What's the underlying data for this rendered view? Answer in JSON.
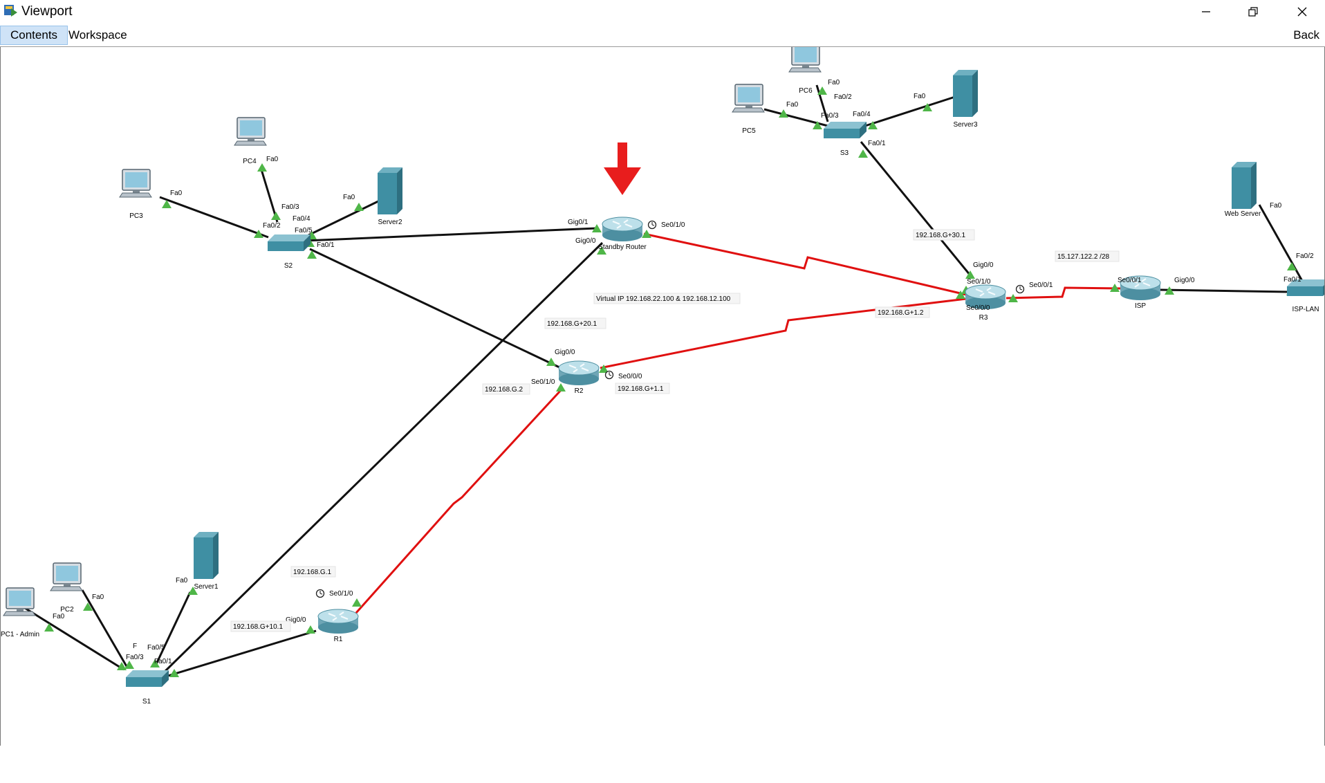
{
  "window": {
    "title": "Viewport"
  },
  "menu": {
    "contents": "Contents",
    "workspace": "Workspace",
    "back": "Back"
  },
  "colors": {
    "ethernet": "#111111",
    "serial": "#e01010",
    "port": "#4fb648",
    "device": "#3f8fa3",
    "arrow": "#e81d1d"
  },
  "devices": [
    {
      "id": "pc1",
      "kind": "pc",
      "label": "PC1 - Admin"
    },
    {
      "id": "pc2",
      "kind": "pc",
      "label": "PC2"
    },
    {
      "id": "pc3",
      "kind": "pc",
      "label": "PC3"
    },
    {
      "id": "pc4",
      "kind": "pc",
      "label": "PC4"
    },
    {
      "id": "pc5",
      "kind": "pc",
      "label": "PC5"
    },
    {
      "id": "pc6",
      "kind": "pc",
      "label": "PC6"
    },
    {
      "id": "server1",
      "kind": "server",
      "label": "Server1"
    },
    {
      "id": "server2",
      "kind": "server",
      "label": "Server2"
    },
    {
      "id": "server3",
      "kind": "server",
      "label": "Server3"
    },
    {
      "id": "webserver",
      "kind": "server",
      "label": "Web Server"
    },
    {
      "id": "s1",
      "kind": "switch",
      "label": "S1"
    },
    {
      "id": "s2",
      "kind": "switch",
      "label": "S2"
    },
    {
      "id": "s3",
      "kind": "switch",
      "label": "S3"
    },
    {
      "id": "isplan",
      "kind": "switch",
      "label": "ISP-LAN"
    },
    {
      "id": "r1",
      "kind": "router",
      "label": "R1"
    },
    {
      "id": "r2",
      "kind": "router",
      "label": "R2"
    },
    {
      "id": "r3",
      "kind": "router",
      "label": "R3"
    },
    {
      "id": "isp",
      "kind": "router",
      "label": "ISP"
    },
    {
      "id": "standby",
      "kind": "router",
      "label": "Standby Router"
    }
  ],
  "ports": [
    {
      "id": "p_pc1",
      "text": "Fa0"
    },
    {
      "id": "p_pc2",
      "text": "Fa0"
    },
    {
      "id": "p_srv1",
      "text": "Fa0"
    },
    {
      "id": "p_s1_3",
      "text": "Fa0/3"
    },
    {
      "id": "p_s1_5",
      "text": "Fa0/5"
    },
    {
      "id": "p_s1_1",
      "text": "Fa0/1"
    },
    {
      "id": "p_s1_x",
      "text": "F"
    },
    {
      "id": "p_pc3",
      "text": "Fa0"
    },
    {
      "id": "p_pc4",
      "text": "Fa0"
    },
    {
      "id": "p_srv2",
      "text": "Fa0"
    },
    {
      "id": "p_s2_3",
      "text": "Fa0/3"
    },
    {
      "id": "p_s2_2",
      "text": "Fa0/2"
    },
    {
      "id": "p_s2_4",
      "text": "Fa0/4"
    },
    {
      "id": "p_s2_5",
      "text": "Fa0/5"
    },
    {
      "id": "p_s2_1",
      "text": "Fa0/1"
    },
    {
      "id": "p_pc5",
      "text": "Fa0"
    },
    {
      "id": "p_pc6",
      "text": "Fa0"
    },
    {
      "id": "p_srv3",
      "text": "Fa0"
    },
    {
      "id": "p_s3_2",
      "text": "Fa0/2"
    },
    {
      "id": "p_s3_3",
      "text": "Fa0/3"
    },
    {
      "id": "p_s3_4",
      "text": "Fa0/4"
    },
    {
      "id": "p_s3_1",
      "text": "Fa0/1"
    },
    {
      "id": "p_sb_g1",
      "text": "Gig0/1"
    },
    {
      "id": "p_sb_g0",
      "text": "Gig0/0"
    },
    {
      "id": "p_sb_se",
      "text": "Se0/1/0"
    },
    {
      "id": "p_r2_g0",
      "text": "Gig0/0"
    },
    {
      "id": "p_r2_se1",
      "text": "Se0/1/0"
    },
    {
      "id": "p_r2_se0",
      "text": "Se0/0/0"
    },
    {
      "id": "p_r1_se",
      "text": "Se0/1/0"
    },
    {
      "id": "p_r1_g0",
      "text": "Gig0/0"
    },
    {
      "id": "p_r3_g0",
      "text": "Gig0/0"
    },
    {
      "id": "p_r3_se10",
      "text": "Se0/1/0"
    },
    {
      "id": "p_r3_se00",
      "text": "Se0/0/0"
    },
    {
      "id": "p_r3_se01",
      "text": "Se0/0/1"
    },
    {
      "id": "p_isp_se",
      "text": "Se0/0/1"
    },
    {
      "id": "p_isp_g0",
      "text": "Gig0/0"
    },
    {
      "id": "p_web",
      "text": "Fa0"
    },
    {
      "id": "p_isplan_2",
      "text": "Fa0/2"
    },
    {
      "id": "p_isplan_1",
      "text": "Fa0/1"
    }
  ],
  "notes": [
    {
      "id": "n_vip",
      "text": "Virtual IP 192.168.22.100 & 192.168.12.100"
    },
    {
      "id": "n_r2g",
      "text": "192.168.G+20.1"
    },
    {
      "id": "n_r2s1",
      "text": "192.168.G.2"
    },
    {
      "id": "n_r2s0",
      "text": "192.168.G+1.1"
    },
    {
      "id": "n_r1s",
      "text": "192.168.G.1"
    },
    {
      "id": "n_r1g",
      "text": "192.168.G+10.1"
    },
    {
      "id": "n_r3g",
      "text": "192.168.G+30.1"
    },
    {
      "id": "n_r3s",
      "text": "192.168.G+1.2"
    },
    {
      "id": "n_isp",
      "text": "15.127.122.2 /28"
    }
  ]
}
